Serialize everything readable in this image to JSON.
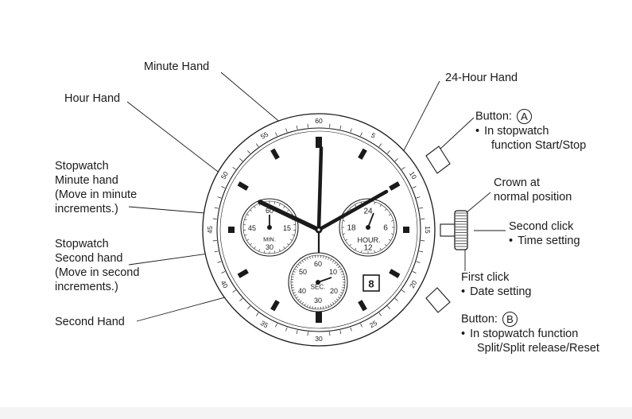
{
  "labels": {
    "minute_hand": "Minute Hand",
    "hour_hand": "Hour Hand",
    "hour24_hand": "24-Hour Hand",
    "sw_minute": [
      "Stopwatch",
      "Minute hand",
      "(Move in minute",
      "increments.)"
    ],
    "sw_second": [
      "Stopwatch",
      "Second hand",
      "(Move in second",
      "increments.)"
    ],
    "second_hand": "Second Hand",
    "button_a": {
      "title": "Button:",
      "letter": "A",
      "lines": [
        "In stopwatch",
        "function Start/Stop"
      ]
    },
    "crown": [
      "Crown at",
      "normal position"
    ],
    "second_click": {
      "title": "Second click",
      "line": "Time setting"
    },
    "first_click": {
      "title": "First click",
      "line": "Date setting"
    },
    "button_b": {
      "title": "Button:",
      "letter": "B",
      "lines": [
        "In stopwatch function",
        "Split/Split release/Reset"
      ]
    }
  },
  "bezel_numbers": [
    "60",
    "5",
    "10",
    "15",
    "20",
    "25",
    "30",
    "35",
    "40",
    "45",
    "50",
    "55"
  ],
  "subdial_min": {
    "label": "MIN.",
    "numbers": [
      "60",
      "15",
      "30",
      "45"
    ]
  },
  "subdial_hour": {
    "label": "HOUR.",
    "numbers": [
      "24",
      "6",
      "12",
      "18"
    ]
  },
  "subdial_sec": {
    "label": "SEC.",
    "numbers": [
      "60",
      "10",
      "20",
      "30",
      "40",
      "50"
    ]
  },
  "date_window": "8",
  "colors": {
    "ink": "#1a1a1a",
    "background": "#ffffff"
  }
}
